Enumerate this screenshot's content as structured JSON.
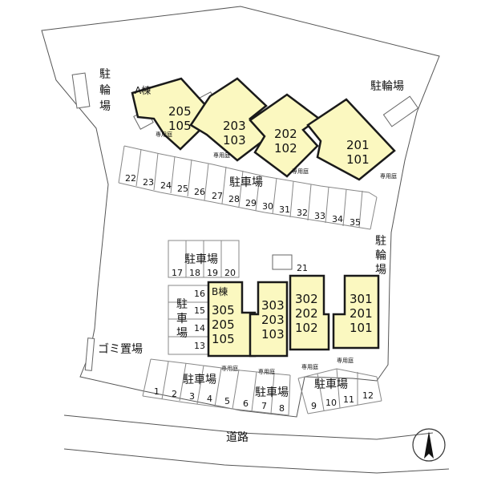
{
  "labels": {
    "bike_parking_left": "駐輪場",
    "bike_parking_right": "駐輪場",
    "bike_parking_mid": "駐輪場",
    "parking_a": "駐車場",
    "parking_b_top": "駐車場",
    "parking_b_side": "駐車場",
    "parking_bottom_left": "駐車場",
    "parking_bottom_mid": "駐車場",
    "parking_bottom_right": "駐車場",
    "garbage": "ゴミ置場",
    "road": "道路",
    "private_garden": "専用庭",
    "building_a": "A棟",
    "building_b": "B棟",
    "north": "N"
  },
  "building_a_units": [
    {
      "top": "205",
      "bottom": "105"
    },
    {
      "top": "203",
      "bottom": "103"
    },
    {
      "top": "202",
      "bottom": "102"
    },
    {
      "top": "201",
      "bottom": "101"
    }
  ],
  "building_b_units": [
    {
      "lines": [
        "305",
        "205",
        "105"
      ]
    },
    {
      "lines": [
        "303",
        "203",
        "103"
      ]
    },
    {
      "lines": [
        "302",
        "202",
        "102"
      ]
    },
    {
      "lines": [
        "301",
        "201",
        "101"
      ]
    }
  ],
  "parking_row_a": [
    "22",
    "23",
    "24",
    "25",
    "26",
    "27",
    "28",
    "29",
    "30",
    "31",
    "32",
    "33",
    "34",
    "35"
  ],
  "parking_row_b_top": [
    "17",
    "18",
    "19",
    "20"
  ],
  "parking_col_b": [
    "16",
    "15",
    "14",
    "13"
  ],
  "parking_bottom_left": [
    "1",
    "2",
    "3",
    "4",
    "5",
    "6",
    "7",
    "8"
  ],
  "parking_bottom_right": [
    "9",
    "10",
    "11",
    "12"
  ],
  "parking_21": "21"
}
